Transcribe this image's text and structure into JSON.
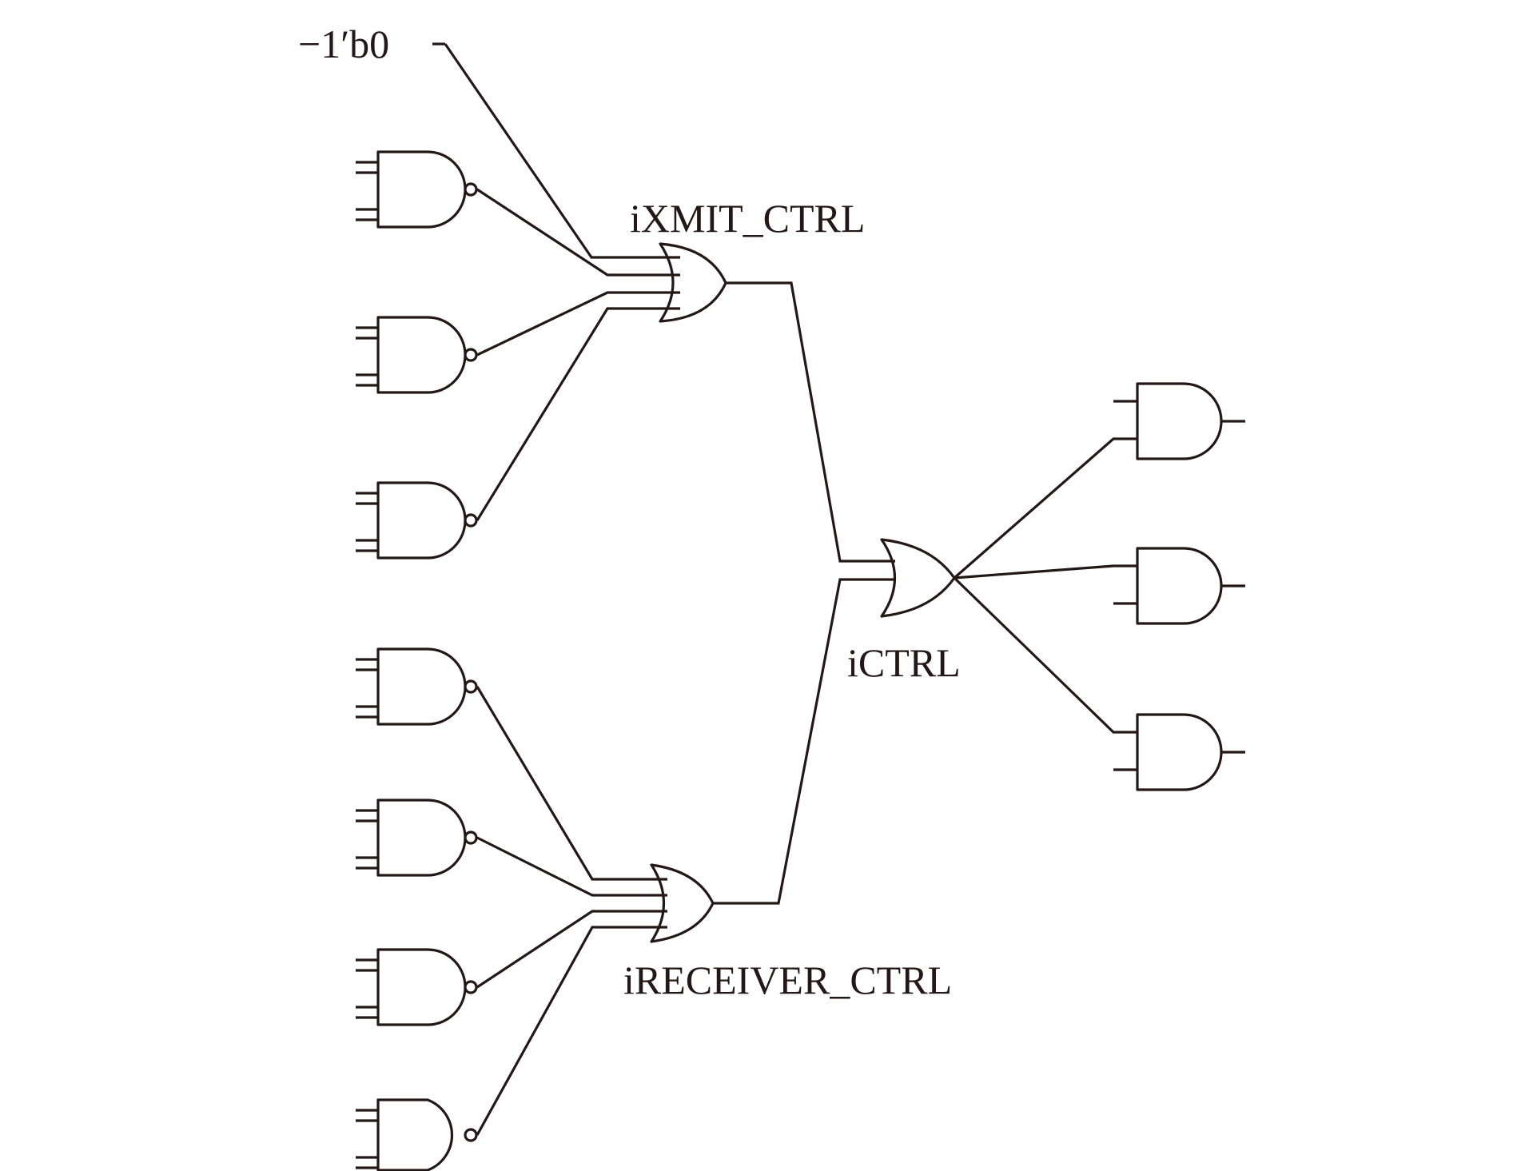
{
  "labels": {
    "const_input": "−1′b0",
    "xmit_gate": "iXMIT_CTRL",
    "ctrl_gate": "iCTRL",
    "receiver_gate": "iRECEIVER_CTRL"
  },
  "colors": {
    "ink": "#231815",
    "background": "#ffffff"
  },
  "gates": {
    "xmit_nands": 3,
    "receiver_nands": 4,
    "output_ands": 3,
    "or_gates": 3
  }
}
